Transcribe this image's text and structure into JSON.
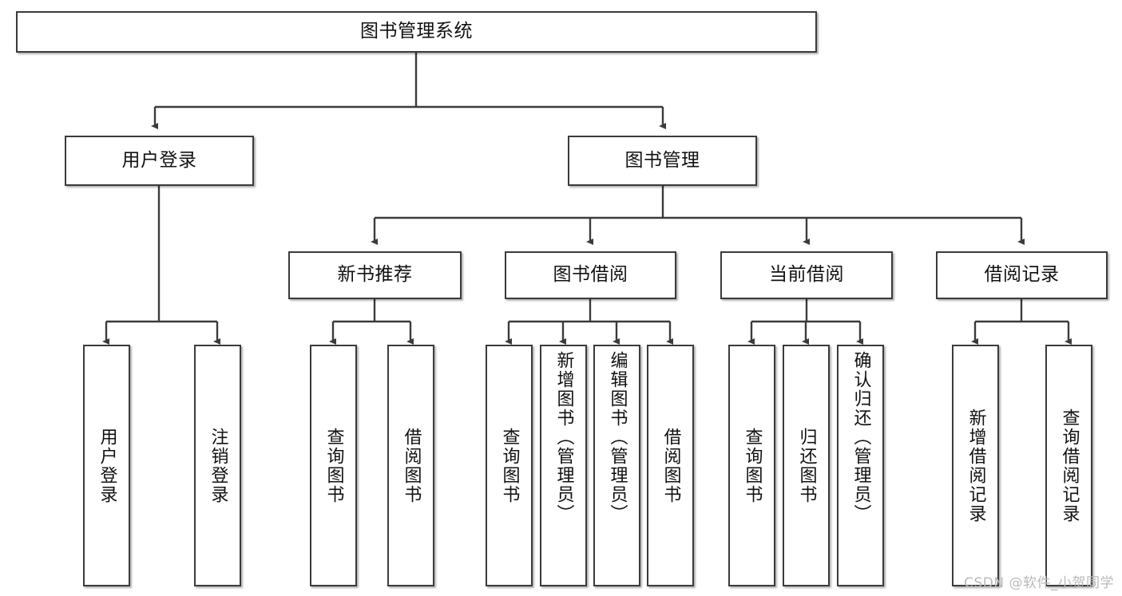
{
  "diagram": {
    "title": "图书管理系统",
    "type": "tree-structure-chart",
    "root": {
      "id": "root",
      "label": "图书管理系统"
    },
    "level2": [
      {
        "id": "user-login",
        "label": "用户登录"
      },
      {
        "id": "book-manage",
        "label": "图书管理"
      }
    ],
    "level3": [
      {
        "id": "new-book-rec",
        "label": "新书推荐"
      },
      {
        "id": "book-borrow",
        "label": "图书借阅"
      },
      {
        "id": "current-borrow",
        "label": "当前借阅"
      },
      {
        "id": "borrow-record",
        "label": "借阅记录"
      }
    ],
    "leaves": {
      "user_login": [
        {
          "id": "leaf-user-login",
          "label": "用户登录"
        },
        {
          "id": "leaf-logout",
          "label": "注销登录"
        }
      ],
      "new_book_rec": [
        {
          "id": "leaf-query-book-1",
          "label": "查询图书"
        },
        {
          "id": "leaf-borrow-book-1",
          "label": "借阅图书"
        }
      ],
      "book_borrow": [
        {
          "id": "leaf-query-book-2",
          "label": "查询图书"
        },
        {
          "id": "leaf-add-book",
          "label": "新增图书（管理员）"
        },
        {
          "id": "leaf-edit-book",
          "label": "编辑图书（管理员）"
        },
        {
          "id": "leaf-borrow-book-2",
          "label": "借阅图书"
        }
      ],
      "current_borrow": [
        {
          "id": "leaf-query-book-3",
          "label": "查询图书"
        },
        {
          "id": "leaf-return-book",
          "label": "归还图书"
        },
        {
          "id": "leaf-confirm-return",
          "label": "确认归还（管理员）"
        }
      ],
      "borrow_record": [
        {
          "id": "leaf-add-record",
          "label": "新增借阅记录"
        },
        {
          "id": "leaf-query-record",
          "label": "查询借阅记录"
        }
      ]
    },
    "colors": {
      "stroke": "#3b3b3b",
      "fill": "#ffffff",
      "text": "#111111",
      "watermark": "#b9b9b9"
    }
  },
  "watermark": {
    "text": "CSDN @软件_小贺同学"
  }
}
